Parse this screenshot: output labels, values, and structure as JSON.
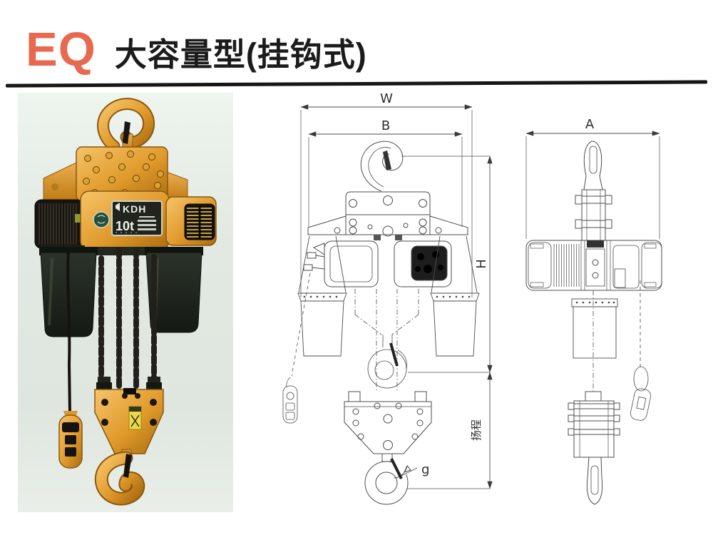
{
  "header": {
    "series_code": "EQ",
    "title": "大容量型(挂钩式)",
    "accent_color": "#e8694f",
    "rule_color": "#161616"
  },
  "product_photo": {
    "background_color": "#e9f1ea",
    "hoist_color": "#e09a2c",
    "label": {
      "brand": "KDH",
      "capacity": "10t"
    }
  },
  "drawings": {
    "front_view": {
      "width_label": "W",
      "body_width_label": "B",
      "height_label": "H",
      "lift_label": "扬程",
      "hook_gap_label": "g"
    },
    "side_view": {
      "depth_label": "A"
    }
  }
}
